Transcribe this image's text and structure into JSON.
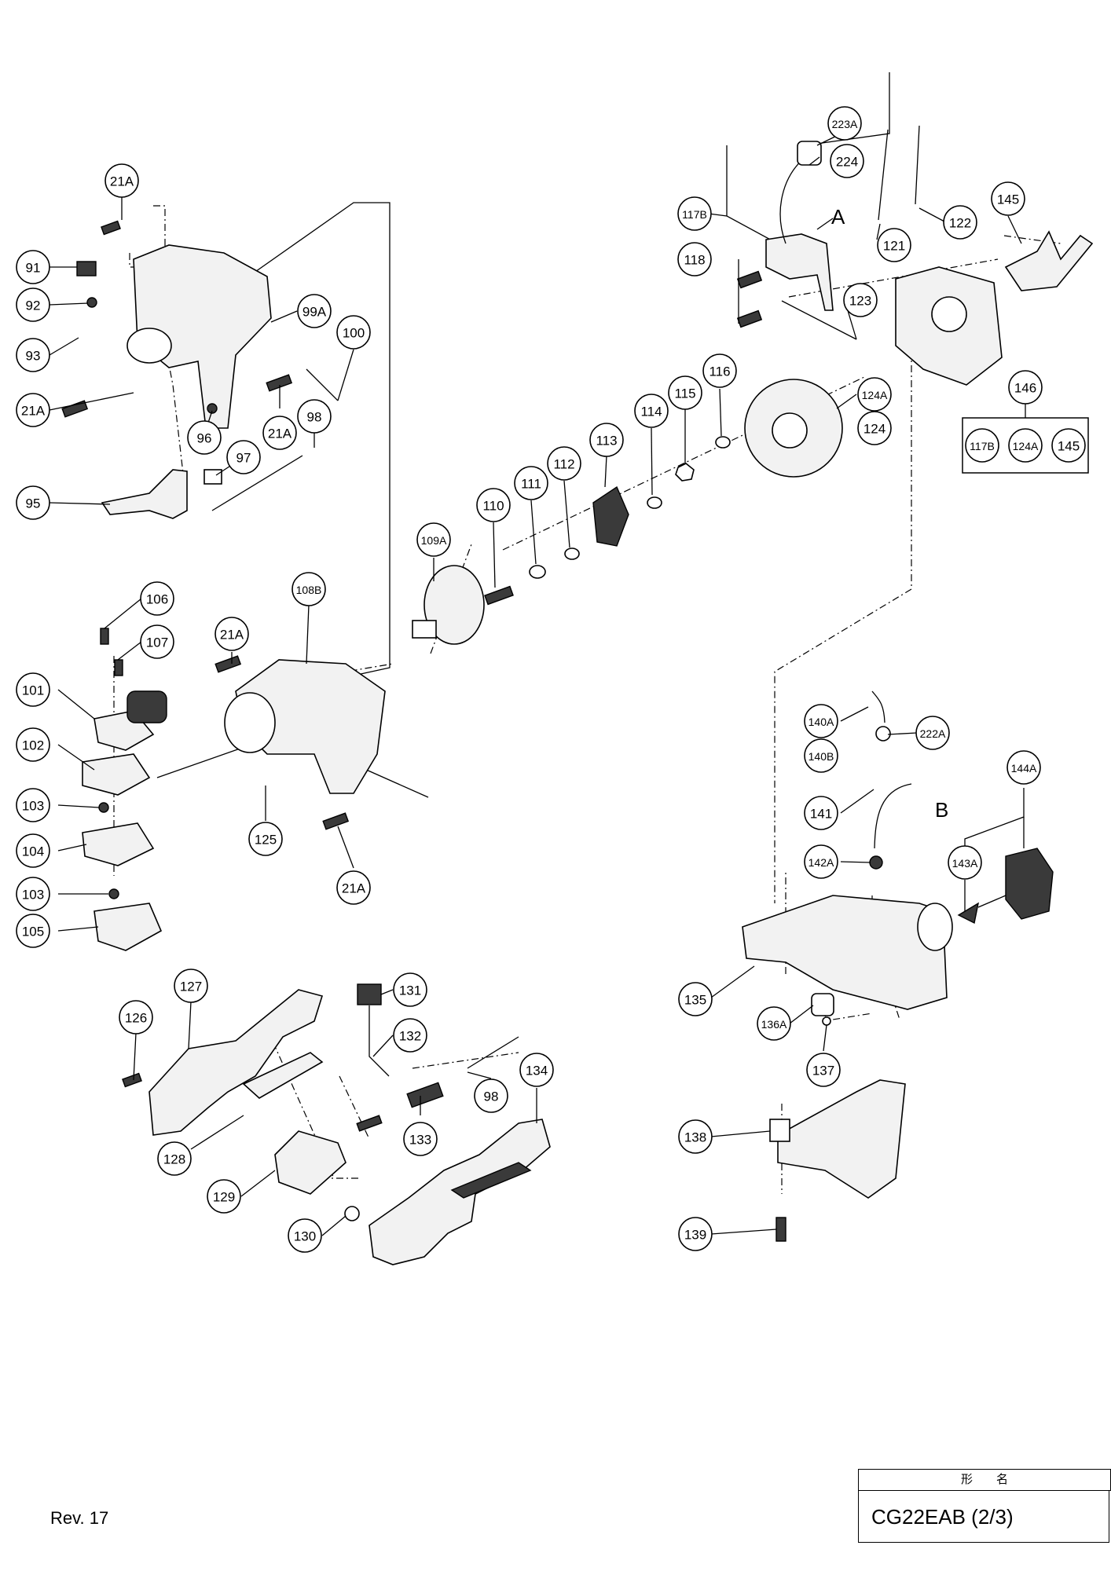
{
  "footer": {
    "revision": "Rev. 17",
    "name_header": "形　　名",
    "model": "CG22EAB (2/3)"
  },
  "letters": [
    "A",
    "B"
  ],
  "group_146": {
    "label": "146",
    "items": [
      "117B",
      "124A",
      "145"
    ]
  },
  "callouts": [
    "21A",
    "91",
    "92",
    "93",
    "21A",
    "99A",
    "100",
    "96",
    "21A",
    "98",
    "97",
    "95",
    "106",
    "107",
    "101",
    "102",
    "103",
    "104",
    "103",
    "105",
    "21A",
    "108B",
    "125",
    "21A",
    "109A",
    "110",
    "111",
    "112",
    "113",
    "114",
    "115",
    "116",
    "124A",
    "124",
    "223A",
    "224",
    "117B",
    "118",
    "121",
    "122",
    "123",
    "145",
    "146",
    "140A",
    "140B",
    "222A",
    "144A",
    "141",
    "142A",
    "143A",
    "135",
    "136A",
    "137",
    "138",
    "139",
    "127",
    "126",
    "128",
    "129",
    "130",
    "131",
    "132",
    "98",
    "133",
    "134"
  ]
}
